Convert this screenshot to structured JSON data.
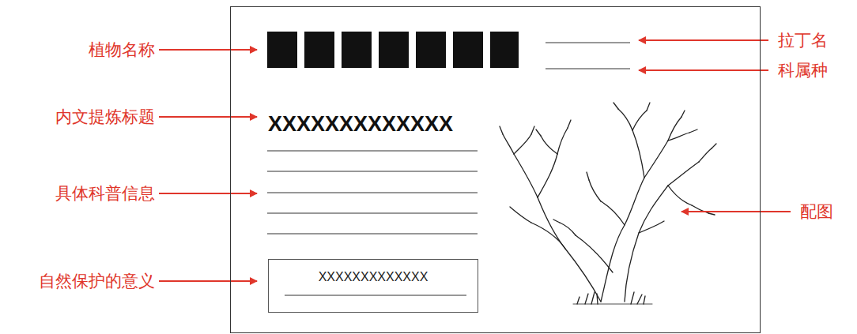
{
  "diagram": {
    "nodes": [
      {
        "text": [
          "XXXXXXXXXXXXX"
        ]
      },
      {
        "text": [
          "XXXXXXXXXXXXX"
        ],
        "in": 0
      }
    ],
    "labels": [
      "植物名称",
      "内文提炼标题",
      "具体科普信息",
      "自然保护的意义",
      "拉丁名",
      "科属种",
      "配图"
    ]
  }
}
